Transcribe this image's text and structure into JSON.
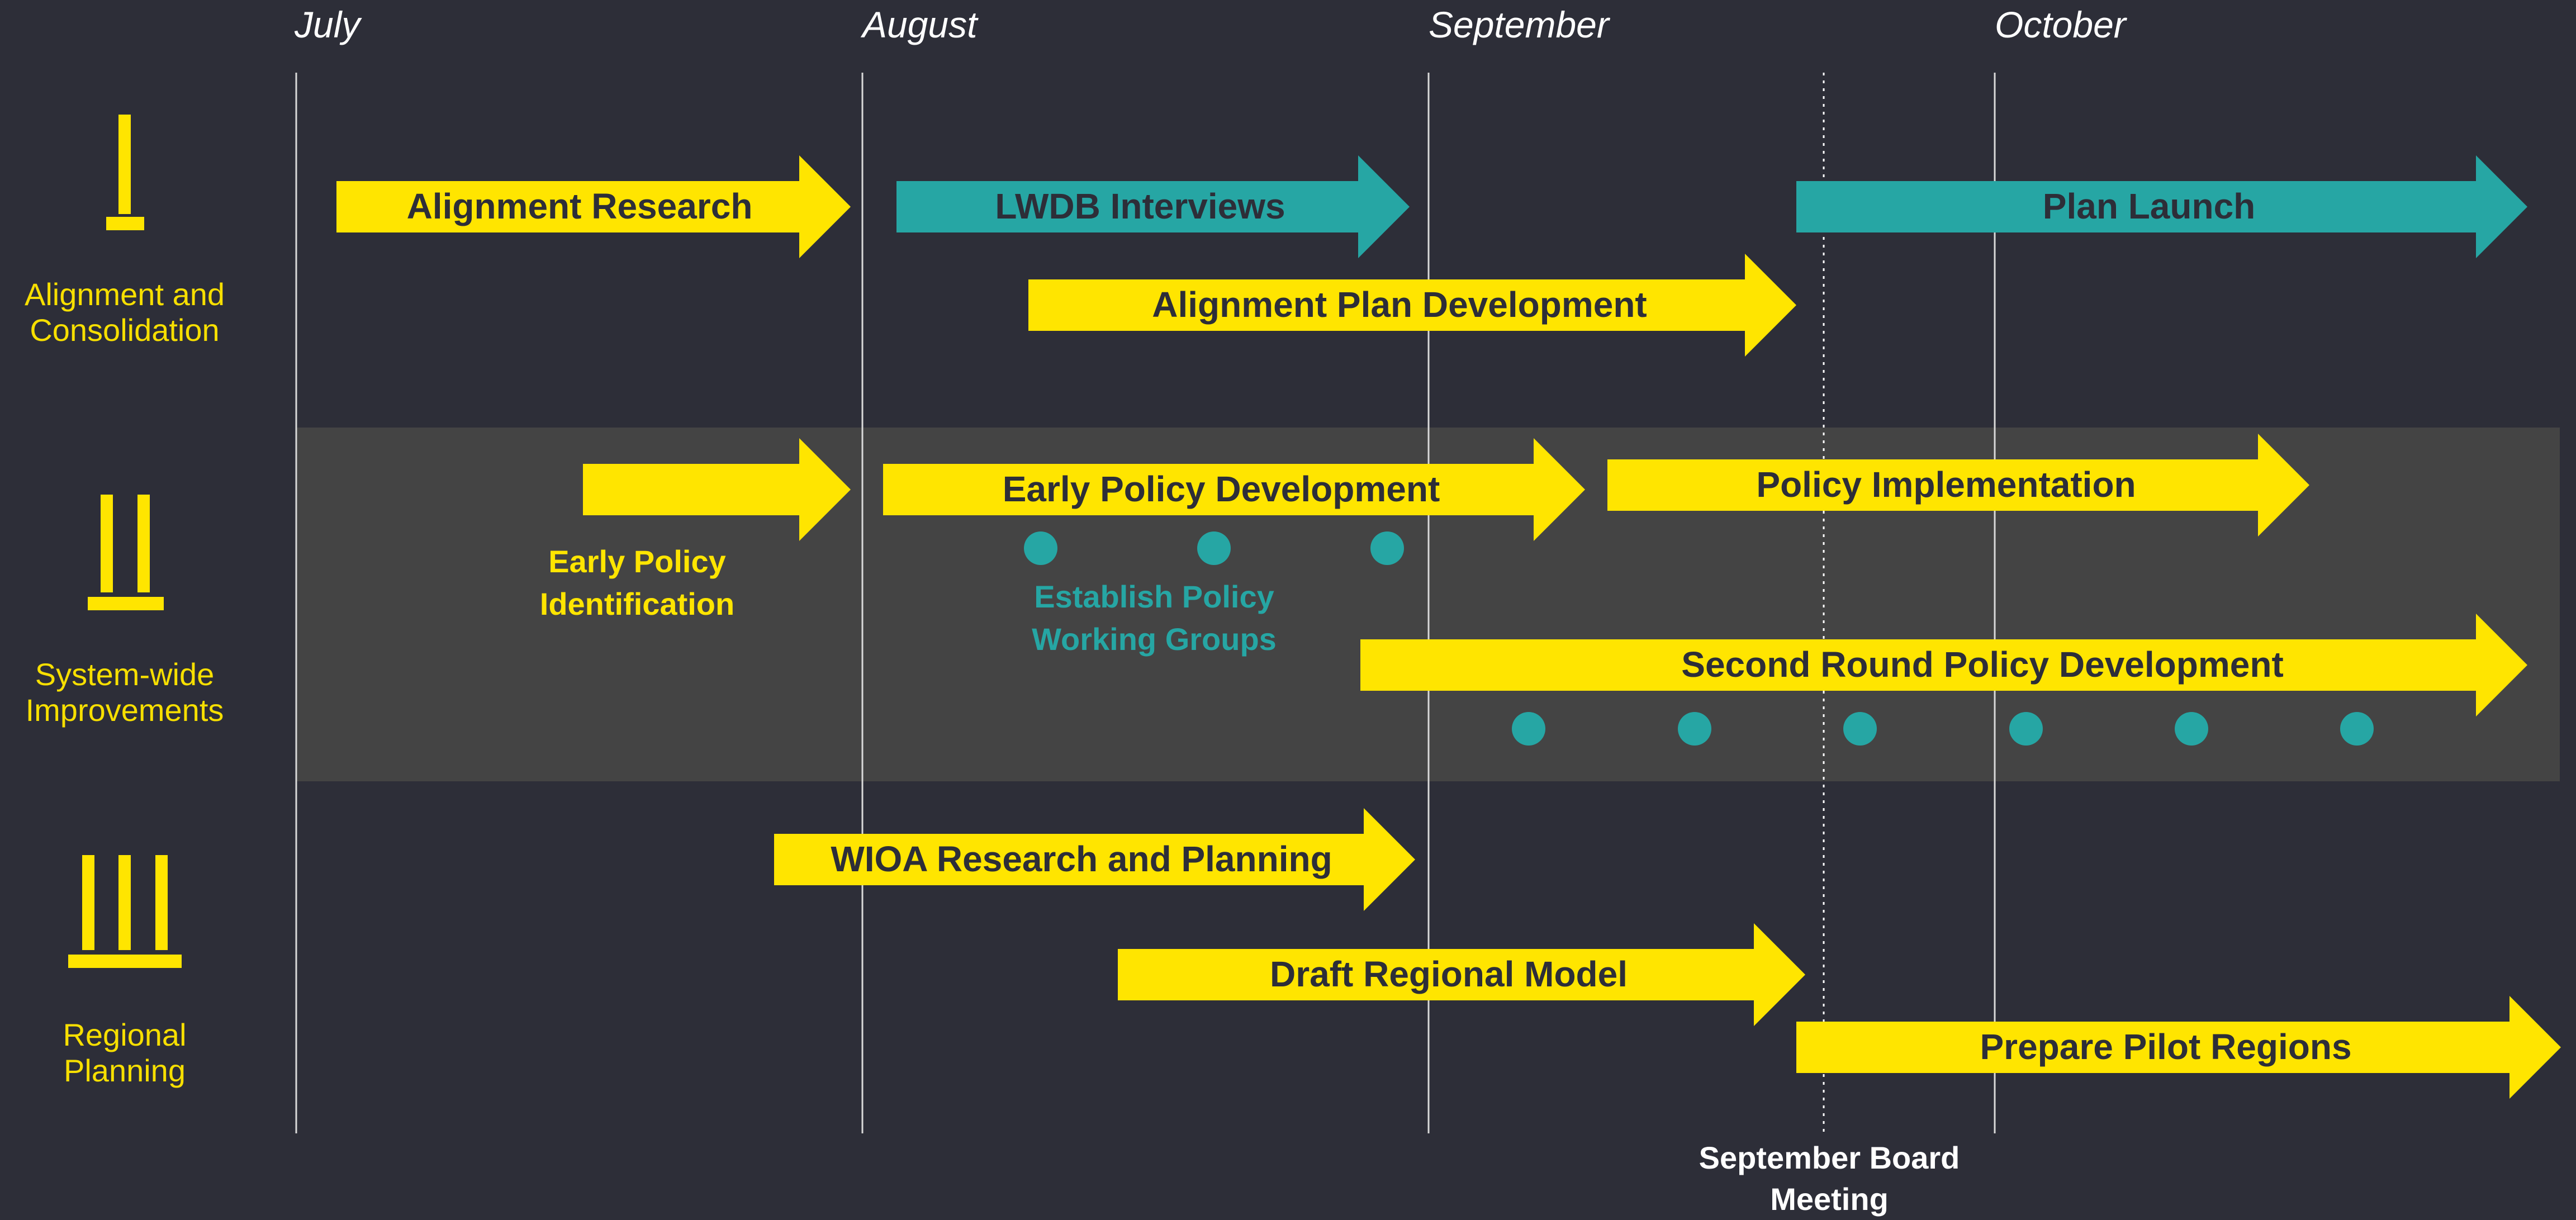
{
  "months": [
    "July",
    "August",
    "September",
    "October"
  ],
  "rows": [
    {
      "name": "Alignment and Consolidation",
      "line1": "Alignment and",
      "line2": "Consolidation",
      "icon": "pillar-1-icon"
    },
    {
      "name": "System-wide Improvements",
      "line1": "System-wide",
      "line2": "Improvements",
      "icon": "pillar-2-icon"
    },
    {
      "name": "Regional Planning",
      "line1": "Regional",
      "line2": "Planning",
      "icon": "pillar-3-icon"
    }
  ],
  "tasks": [
    {
      "id": "alignment-research",
      "label": "Alignment Research",
      "color": "#ffe500",
      "row": "Alignment and Consolidation"
    },
    {
      "id": "lwdb-interviews",
      "label": "LWDB Interviews",
      "color": "#26a6a4",
      "row": "Alignment and Consolidation"
    },
    {
      "id": "plan-launch",
      "label": "Plan Launch",
      "color": "#26a6a4",
      "row": "Alignment and Consolidation"
    },
    {
      "id": "alignment-plan-development",
      "label": "Alignment Plan Development",
      "color": "#ffe500",
      "row": "Alignment and Consolidation"
    },
    {
      "id": "early-policy-identification",
      "label": "",
      "color": "#ffe500",
      "row": "System-wide Improvements"
    },
    {
      "id": "early-policy-development",
      "label": "Early Policy Development",
      "color": "#ffe500",
      "row": "System-wide Improvements"
    },
    {
      "id": "policy-implementation",
      "label": "Policy Implementation",
      "color": "#ffe500",
      "row": "System-wide Improvements"
    },
    {
      "id": "second-round-policy-development",
      "label": "Second Round Policy Development",
      "color": "#ffe500",
      "row": "System-wide Improvements"
    },
    {
      "id": "wioa-research-and-planning",
      "label": "WIOA Research and Planning",
      "color": "#ffe500",
      "row": "Regional Planning"
    },
    {
      "id": "draft-regional-model",
      "label": "Draft Regional Model",
      "color": "#ffe500",
      "row": "Regional Planning"
    },
    {
      "id": "prepare-pilot-regions",
      "label": "Prepare Pilot Regions",
      "color": "#ffe500",
      "row": "Regional Planning"
    }
  ],
  "labels": {
    "early_policy_identification": {
      "line1": "Early Policy",
      "line2": "Identification"
    },
    "establish_policy_working_groups": {
      "line1": "Establish Policy",
      "line2": "Working Groups"
    }
  },
  "milestones": {
    "name": "September Board Meeting",
    "line1": "September Board",
    "line2": "Meeting"
  },
  "colors": {
    "background": "#2d2e38",
    "band": "#444444",
    "yellow": "#ffe500",
    "teal": "#26a6a4",
    "grid": "#d9d9d9",
    "text_dark": "#2d2e38",
    "white": "#ffffff"
  }
}
